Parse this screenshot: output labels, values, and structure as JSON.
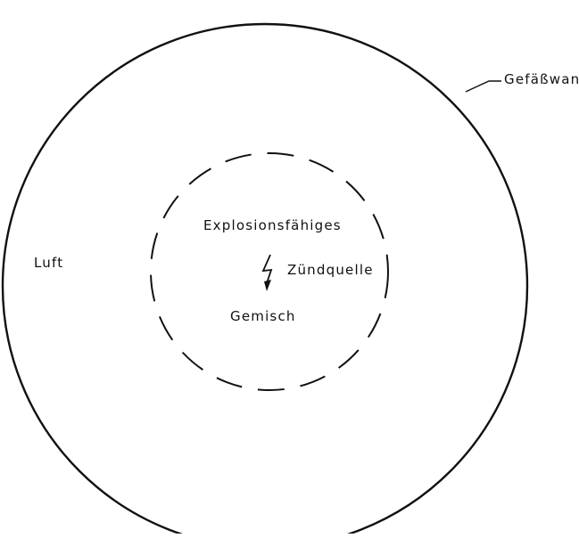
{
  "diagram": {
    "labels": {
      "vessel_wall": "Gefäßwand",
      "air": "Luft",
      "explosive_line1": "Explosionsfähiges",
      "explosive_line2": "Gemisch",
      "ignition_source": "Zündquelle"
    },
    "colors": {
      "stroke": "#111111",
      "background": "#ffffff"
    },
    "icons": {
      "ignition": "lightning-bolt-icon"
    }
  }
}
